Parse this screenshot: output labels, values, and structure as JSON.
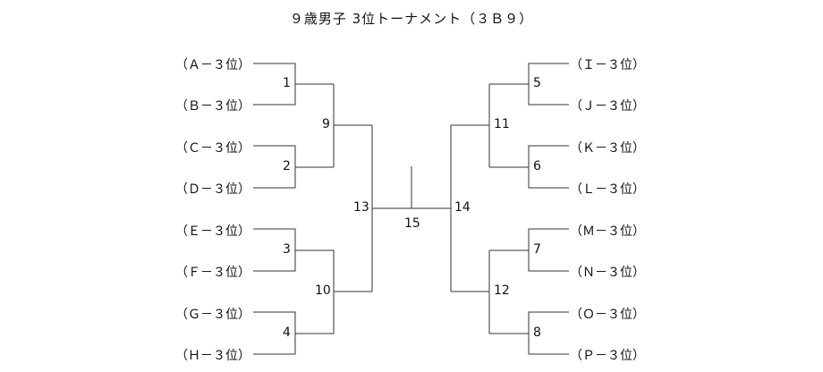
{
  "title": "９歳男子 3位トーナメント（３Ｂ９）",
  "left_entries": [
    "（Ａ－３位）",
    "（Ｂ－３位）",
    "（Ｃ－３位）",
    "（Ｄ－３位）",
    "（Ｅ－３位）",
    "（Ｆ－３位）",
    "（Ｇ－３位）",
    "（Ｈ－３位）"
  ],
  "right_entries": [
    "（Ｉ－３位）",
    "（Ｊ－３位）",
    "（Ｋ－３位）",
    "（Ｌ－３位）",
    "（Ｍ－３位）",
    "（Ｎ－３位）",
    "（Ｏ－３位）",
    "（Ｐ－３位）"
  ],
  "matches": {
    "m1": "1",
    "m2": "2",
    "m3": "3",
    "m4": "4",
    "m5": "5",
    "m6": "6",
    "m7": "7",
    "m8": "8",
    "m9": "9",
    "m10": "10",
    "m11": "11",
    "m12": "12",
    "m13": "13",
    "m14": "14",
    "m15": "15"
  }
}
